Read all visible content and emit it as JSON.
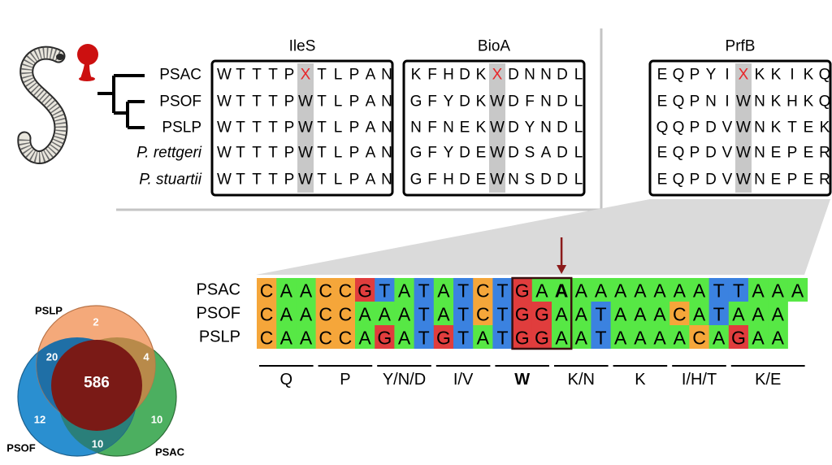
{
  "alignment_panel": {
    "taxa": [
      {
        "name": "PSAC",
        "italic": false
      },
      {
        "name": "PSOF",
        "italic": false
      },
      {
        "name": "PSLP",
        "italic": false
      },
      {
        "name": "P. rettgeri",
        "italic": true
      },
      {
        "name": "P. stuartii",
        "italic": true
      }
    ],
    "genes": [
      {
        "name": "IleS",
        "sequences": [
          "WTTTPXTLPAN",
          "WTTTPWTLPAN",
          "WTTTPWTLPAN",
          "WTTTPWTLPAN",
          "WTTTPWTLPAN"
        ]
      },
      {
        "name": "BioA",
        "sequences": [
          "KFHDKXDNNDL",
          "GFYDKWDFNDL",
          "NFNEKWDYNDL",
          "GFYDEWDSADL",
          "GFHDEWNSDDL"
        ]
      },
      {
        "name": "PrfB",
        "sequences": [
          "EQPYIXKKIKQ",
          "EQPNIWNKHKQ",
          "QQPDVWNKTEK",
          "EQPDVWNEPER",
          "EQPDVWNEPER"
        ]
      }
    ],
    "highlight_column_index": 5,
    "stop_marker": "X",
    "stop_color": "#e8262a",
    "highlight_color": "#c8c8c8"
  },
  "nucleotide_panel": {
    "rows": [
      {
        "label": "PSAC",
        "seq": "CAACCGTATATCTGAAAAAAAAATTAAA"
      },
      {
        "label": "PSOF",
        "seq": "CAACCAAATATCTGGAATAAACATAAA"
      },
      {
        "label": "PSLP",
        "seq": "CAACCAGATGTATGGAATAAAACAGAA"
      }
    ],
    "codons": [
      "Q",
      "P",
      "Y/N/D",
      "I/V",
      "W",
      "K/N",
      "K",
      "I/H/T",
      "K/E"
    ],
    "bold_codon_index": 4,
    "bold_base": {
      "row": 0,
      "col": 15
    },
    "base_colors": {
      "A": "#57e845",
      "C": "#f5a63a",
      "G": "#e03d3d",
      "T": "#3b82e0"
    },
    "arrow_color": "#8b1a1a"
  },
  "venn": {
    "labels": {
      "pslp": "PSLP",
      "psof": "PSOF",
      "psac": "PSAC"
    },
    "counts": {
      "pslp_only": "2",
      "psof_only": "12",
      "psac_only": "10",
      "pslp_psof": "20",
      "pslp_psac": "4",
      "psof_psac": "10",
      "all": "586"
    },
    "colors": {
      "pslp": "#f4a97a",
      "psof": "#2a8fd0",
      "psac": "#4caf60",
      "center": "#7a1a16"
    }
  }
}
